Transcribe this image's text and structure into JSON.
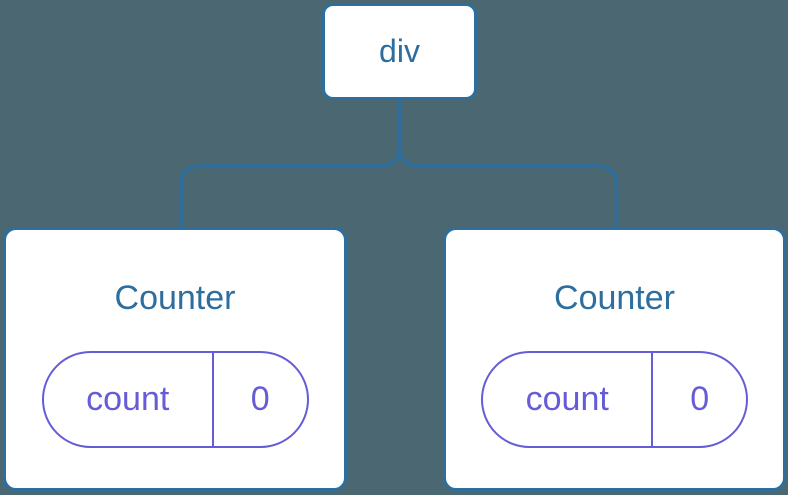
{
  "diagram": {
    "colors": {
      "background": "#4B6772",
      "node": "#2D6E9E",
      "state": "#655CD6",
      "card_fill": "#FFFFFF"
    },
    "root": {
      "label": "div"
    },
    "children": [
      {
        "name": "Counter",
        "state": {
          "key": "count",
          "value": "0"
        }
      },
      {
        "name": "Counter",
        "state": {
          "key": "count",
          "value": "0"
        }
      }
    ]
  }
}
